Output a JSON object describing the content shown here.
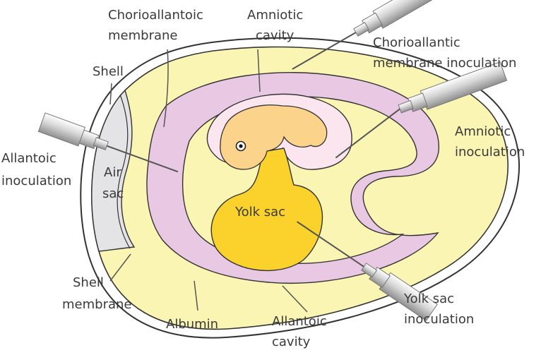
{
  "labels": {
    "chorioallantoic_membrane": [
      "Chorioallantoic",
      "membrane"
    ],
    "amniotic_cavity": [
      "Amniotic",
      "cavity"
    ],
    "chorioallantoic_inoculation": [
      "Chorioallantic",
      "membrane inoculation"
    ],
    "shell": "Shell",
    "amniotic_inoculation": [
      "Amniotic",
      "inoculation"
    ],
    "allantoic_inoculation": [
      "Allantoic",
      "inoculation"
    ],
    "air_sac": [
      "Air",
      "sac"
    ],
    "yolk_sac": "Yolk sac",
    "shell_membrane": [
      "Shell",
      "membrane"
    ],
    "albumin": "Albumin",
    "allantoic_cavity": [
      "Allantoic",
      "cavity"
    ],
    "yolk_sac_inoculation": [
      "Yolk sac",
      "inoculation"
    ]
  },
  "colors": {
    "shell_outline": "#333333",
    "shell_membrane": "#ffffff",
    "albumin": "#fbf5b4",
    "air_sac": "#e4e4e6",
    "allantoic_cavity": "#e8c8e2",
    "amniotic_cavity": "#fbe6f0",
    "embryo": "#fbd38a",
    "yolk_sac": "#fbd22c",
    "needle_body": "#d9d9d9",
    "needle_shadow": "#9a9a9a"
  }
}
